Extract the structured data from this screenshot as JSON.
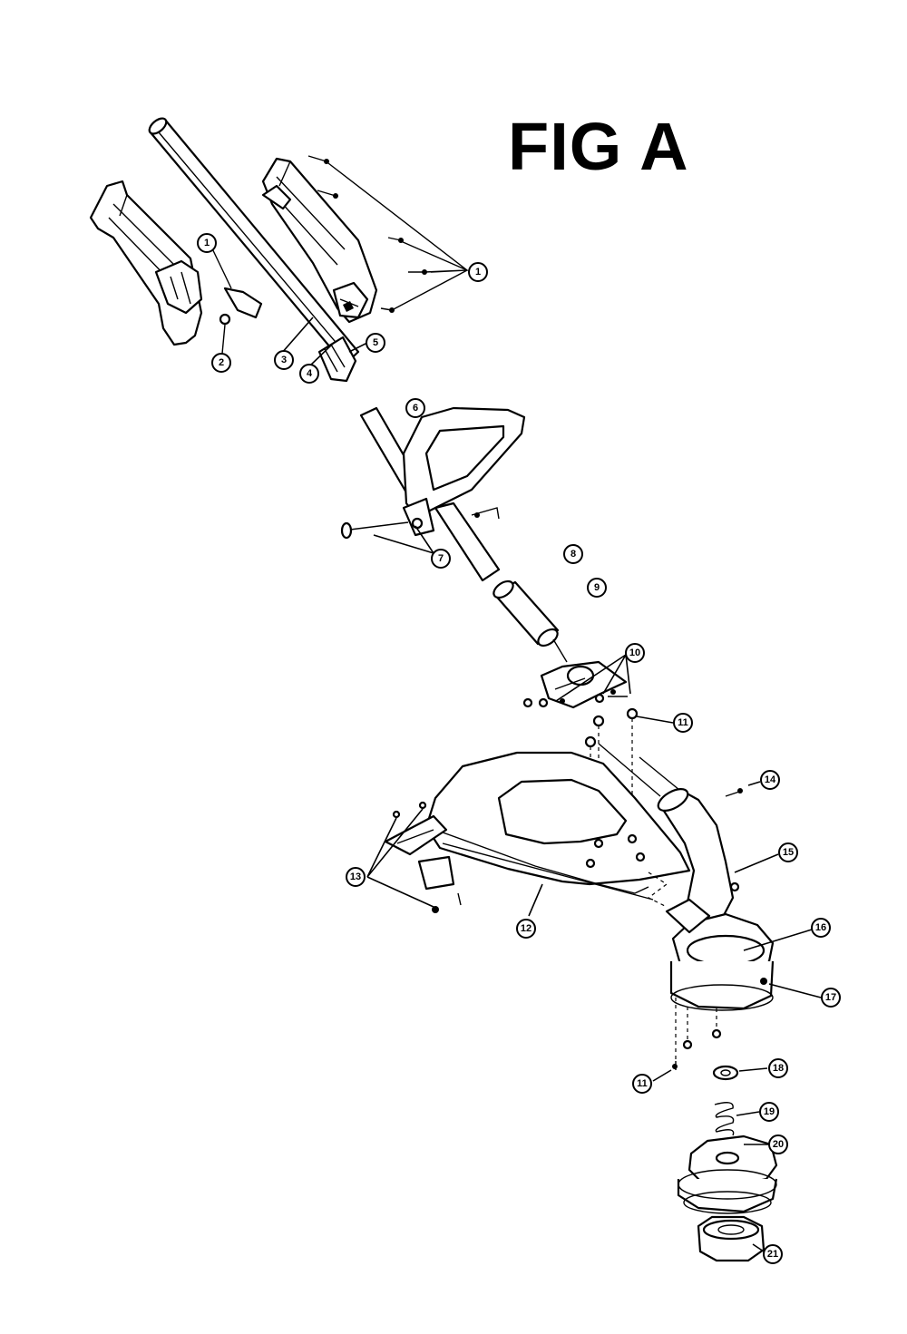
{
  "figure": {
    "title": "FIG A"
  },
  "callouts": [
    {
      "id": "c1a",
      "label": "1"
    },
    {
      "id": "c1b",
      "label": "1"
    },
    {
      "id": "c2",
      "label": "2"
    },
    {
      "id": "c3",
      "label": "3"
    },
    {
      "id": "c4",
      "label": "4"
    },
    {
      "id": "c5",
      "label": "5"
    },
    {
      "id": "c6",
      "label": "6"
    },
    {
      "id": "c7",
      "label": "7"
    },
    {
      "id": "c8",
      "label": "8"
    },
    {
      "id": "c9",
      "label": "9"
    },
    {
      "id": "c10",
      "label": "10"
    },
    {
      "id": "c11a",
      "label": "11"
    },
    {
      "id": "c11b",
      "label": "11"
    },
    {
      "id": "c12",
      "label": "12"
    },
    {
      "id": "c13",
      "label": "13"
    },
    {
      "id": "c14",
      "label": "14"
    },
    {
      "id": "c15",
      "label": "15"
    },
    {
      "id": "c16",
      "label": "16"
    },
    {
      "id": "c17",
      "label": "17"
    },
    {
      "id": "c18",
      "label": "18"
    },
    {
      "id": "c19",
      "label": "19"
    },
    {
      "id": "c20",
      "label": "20"
    },
    {
      "id": "c21",
      "label": "21"
    }
  ]
}
